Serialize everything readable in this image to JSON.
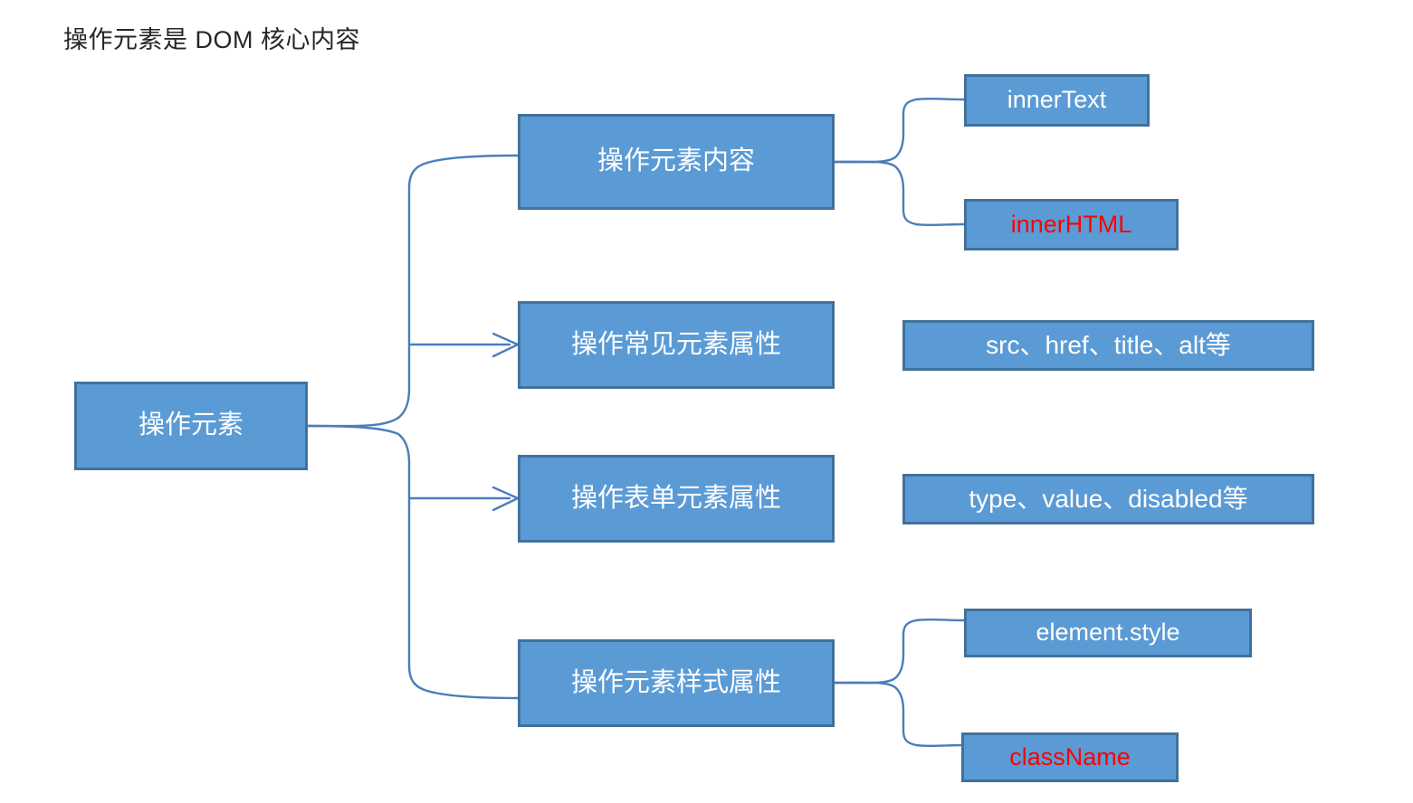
{
  "page": {
    "title": "操作元素是 DOM 核心内容",
    "background_color": "#FFFFFF"
  },
  "theme": {
    "node_fill": "#5B9BD5",
    "node_border": "#41719C",
    "node_text": "#FFFFFF",
    "highlight_text": "#FF0000",
    "connector_stroke": "#4A7EBB",
    "title_text": "#262626"
  },
  "diagram": {
    "type": "mindmap",
    "root": {
      "label": "操作元素",
      "text_color": "#FFFFFF"
    },
    "branches": [
      {
        "label": "操作元素内容",
        "text_color": "#FFFFFF",
        "connector": "brace",
        "children": [
          {
            "label": "innerText",
            "text_color": "#FFFFFF"
          },
          {
            "label": "innerHTML",
            "text_color": "#FF0000"
          }
        ]
      },
      {
        "label": "操作常见元素属性",
        "text_color": "#FFFFFF",
        "connector": "arrow",
        "children": [
          {
            "label": "src、href、title、alt等",
            "text_color": "#FFFFFF"
          }
        ]
      },
      {
        "label": "操作表单元素属性",
        "text_color": "#FFFFFF",
        "connector": "arrow",
        "children": [
          {
            "label": "type、value、disabled等",
            "text_color": "#FFFFFF"
          }
        ]
      },
      {
        "label": "操作元素样式属性",
        "text_color": "#FFFFFF",
        "connector": "brace",
        "children": [
          {
            "label": "element.style",
            "text_color": "#FFFFFF"
          },
          {
            "label": "className",
            "text_color": "#FF0000"
          }
        ]
      }
    ]
  }
}
